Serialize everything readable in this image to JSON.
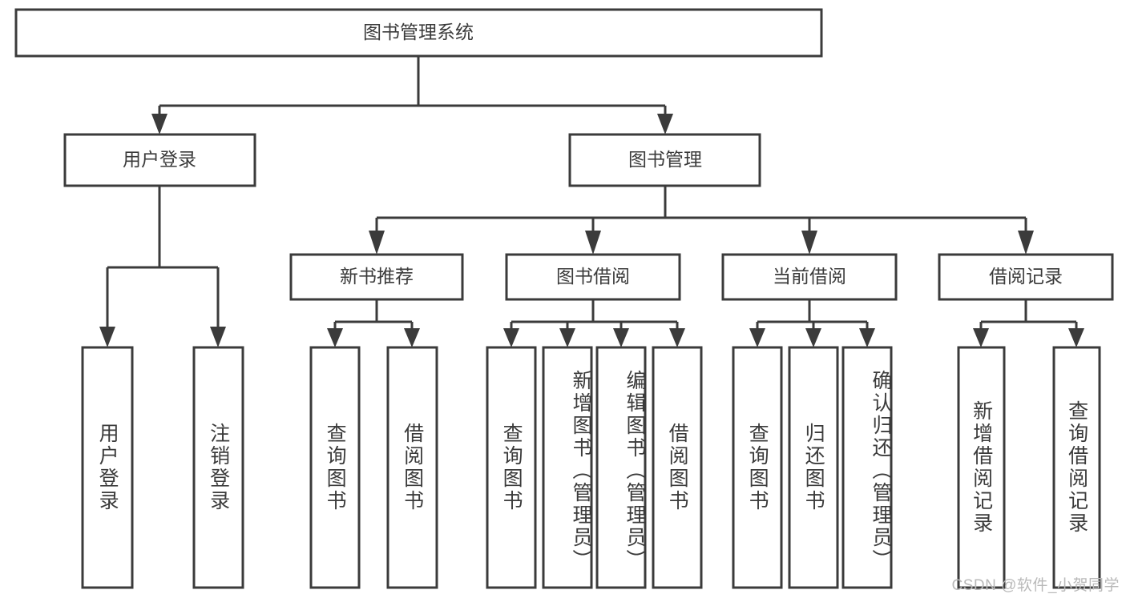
{
  "diagram": {
    "type": "tree-hierarchy-chart",
    "title": "图书管理系统",
    "colors": {
      "box_stroke": "#3b3b3b",
      "box_fill": "#ffffff",
      "text": "#3b3b3b",
      "background": "#ffffff",
      "watermark": "#b9b9b9"
    },
    "levels": {
      "level1": {
        "label": "图书管理系统"
      },
      "level2": [
        {
          "label": "用户登录"
        },
        {
          "label": "图书管理"
        }
      ],
      "level3": [
        {
          "label": "新书推荐"
        },
        {
          "label": "图书借阅"
        },
        {
          "label": "当前借阅"
        },
        {
          "label": "借阅记录"
        }
      ],
      "level4": {
        "user_login": [
          {
            "label": "用户登录"
          },
          {
            "label": "注销登录"
          }
        ],
        "new_book_recommend": [
          {
            "label": "查询图书"
          },
          {
            "label": "借阅图书"
          }
        ],
        "book_borrow": [
          {
            "label": "查询图书"
          },
          {
            "label": "新增图书（管理员）"
          },
          {
            "label": "编辑图书（管理员）"
          },
          {
            "label": "借阅图书"
          }
        ],
        "current_borrow": [
          {
            "label": "查询图书"
          },
          {
            "label": "归还图书"
          },
          {
            "label": "确认归还（管理员）"
          }
        ],
        "borrow_record": [
          {
            "label": "新增借阅记录"
          },
          {
            "label": "查询借阅记录"
          }
        ]
      }
    },
    "watermark": "CSDN @软件_小贺同学"
  }
}
